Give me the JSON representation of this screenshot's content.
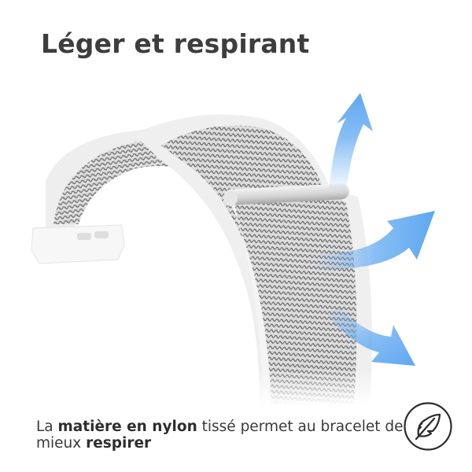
{
  "headline": "Léger et respirant",
  "caption": {
    "part1": "La ",
    "bold1": "matière en nylon",
    "part2": " tissé permet au bracelet de",
    "line2_prefix": "mieux ",
    "bold2": "respirer"
  },
  "illustration": {
    "subject": "nylon-sport-loop-watch-band",
    "arrows": [
      "up",
      "right",
      "down-right"
    ],
    "arrow_color": "#6aaef2",
    "band_color": "#bdbdbd",
    "edge_color": "#eeeeee"
  },
  "badge": {
    "icon": "feather-icon",
    "stroke_color": "#2b2b2b"
  }
}
